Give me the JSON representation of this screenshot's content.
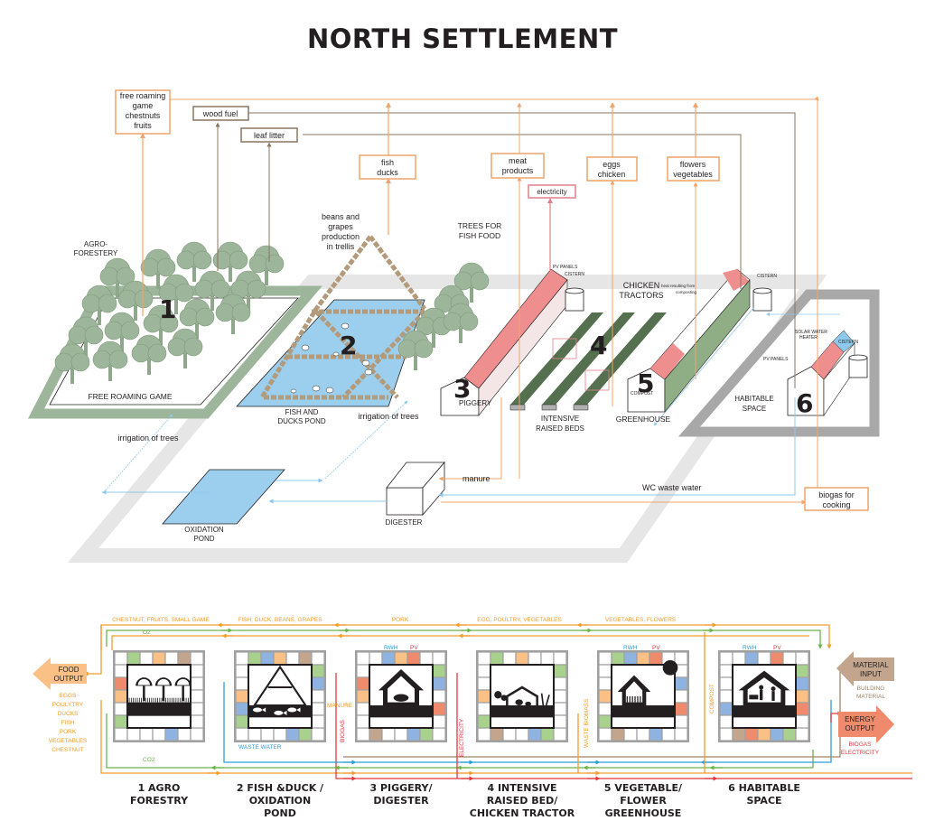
{
  "title": "NORTH SETTLEMENT",
  "colors": {
    "orange": "#f0a46a",
    "brown": "#8a7560",
    "pink": "#e0808a",
    "blue": "#8ec8ea",
    "tree": "#9db59a",
    "ground": "#e6e6e6",
    "pond": "#9ccfee",
    "roof": "#ef8e8e",
    "flow_orange": "#f39c2f",
    "flow_green": "#6ab54b",
    "flow_blue": "#2b9fd9",
    "flow_red": "#e2383f",
    "flow_brown": "#a08468",
    "cell_green": "#a9d18e",
    "cell_blue": "#8fb3e0",
    "cell_orange": "#fbc085",
    "cell_red": "#f08a6c",
    "cell_brown": "#c2a58c"
  },
  "top_outputs": {
    "free_roaming": [
      "free roaming",
      "game",
      "chestnuts",
      "fruits"
    ],
    "wood_fuel": "wood fuel",
    "leaf_litter": "leaf litter",
    "fish_ducks": [
      "fish",
      "ducks"
    ],
    "meat_products": [
      "meat",
      "products"
    ],
    "electricity": "electricity",
    "eggs_chicken": [
      "eggs",
      "chicken"
    ],
    "flowers_vegetables": [
      "flowers",
      "vegetables"
    ],
    "biogas_cooking": [
      "biogas for",
      "cooking"
    ]
  },
  "site_labels": {
    "agroforestery": [
      "AGRO-",
      "FORESTERY"
    ],
    "free_roaming_game": "FREE ROAMING GAME",
    "beans_grapes": [
      "beans and",
      "grapes",
      "production",
      "in trellis"
    ],
    "trees_fish_food": [
      "TREES FOR",
      "FISH FOOD"
    ],
    "fish_ducks_pond": [
      "FISH AND",
      "DUCKS POND"
    ],
    "irrigation_left": "irrigation of trees",
    "irrigation_right": "irrigation of trees",
    "piggery": "PIGGERY",
    "pv_panels_1": "PV PANELS",
    "cistern_1": "CISTERN",
    "chicken_tractors": [
      "CHICKEN",
      "TRACTORS"
    ],
    "heat_composting": [
      "heat resulting from",
      "composting"
    ],
    "intensive_raised_beds": [
      "INTENSIVE",
      "RAISED BEDS"
    ],
    "compost": "COMPOST",
    "greenhouse": "GREENHOUSE",
    "cistern_2": "CISTERN",
    "solar_water_heater": [
      "SOLAR WATER",
      "HEATER"
    ],
    "pv_panels_2": "PV PANELS",
    "cistern_3": "CISTERN",
    "habitable_space": [
      "HABITABLE",
      "SPACE"
    ],
    "oxidation_pond": [
      "OXIDATION",
      "POND"
    ],
    "digester": "DIGESTER",
    "manure": "manure",
    "wc_waste_water": "WC waste water",
    "zone_numbers": [
      "1",
      "2",
      "3",
      "4",
      "5",
      "6"
    ]
  },
  "flow": {
    "top_flow_labels": [
      "CHESTNUT, FRUITS, SMALL GAME",
      "FISH, DUCK, BEANS, GRAPES",
      "PORK",
      "EGG, POULTRY, VEGETABLES",
      "VEGETABLES, FLOWERS"
    ],
    "o2": "O2",
    "co2": "CO2",
    "waste_water": "WASTE WATER",
    "manure": "MANURE",
    "biogas": "BIOGAS",
    "electricity": "ELECTRICITY",
    "waste_biomass": "WASTE BIOMASS",
    "compost": "COMPOST",
    "rwh": "RWH",
    "pv": "PV",
    "food_output": {
      "title": [
        "FOOD",
        "OUTPUT"
      ],
      "items": [
        "EGGS",
        "POULYTRY",
        "DUCKS",
        "FISH",
        "PORK",
        "VEGETABLES",
        "CHESTNUT"
      ]
    },
    "material_input": {
      "title": [
        "MATERIAL",
        "INPUT"
      ],
      "items": [
        "BUILDING",
        "MATERIAL"
      ]
    },
    "energy_output": {
      "title": [
        "ENERGY",
        "OUTPUT"
      ],
      "items": [
        "BIOGAS",
        "ELECTRICITY"
      ]
    },
    "modules": [
      {
        "caption": [
          "1 AGRO",
          "FORESTRY"
        ],
        "icon": "agroforestry-icon",
        "top": [
          "w",
          "g",
          "w",
          "o",
          "w",
          "b",
          "w"
        ],
        "left": [
          "w",
          "r",
          "o",
          "w",
          "g"
        ],
        "right": [
          "w",
          "w",
          "w",
          "w",
          "w"
        ],
        "bottom": [
          "w",
          "w",
          "w",
          "w",
          "u",
          "w",
          "w"
        ]
      },
      {
        "caption": [
          "2 FISH &DUCK /",
          "OXIDATION",
          "POND"
        ],
        "icon": "fish-duck-pond-icon",
        "top": [
          "w",
          "g",
          "u",
          "o",
          "w",
          "b",
          "w"
        ],
        "left": [
          "w",
          "w",
          "o",
          "u",
          "g"
        ],
        "right": [
          "g",
          "u",
          "w",
          "w",
          "w"
        ],
        "bottom": [
          "w",
          "w",
          "w",
          "w",
          "u",
          "g",
          "w"
        ]
      },
      {
        "caption": [
          "3 PIGGERY/",
          "DIGESTER"
        ],
        "icon": "piggery-icon",
        "top": [
          "w",
          "w",
          "u",
          "o",
          "r",
          "w",
          "w"
        ],
        "left": [
          "w",
          "r",
          "o",
          "w",
          "w"
        ],
        "right": [
          "g",
          "u",
          "w",
          "r",
          "w"
        ],
        "bottom": [
          "w",
          "b",
          "w",
          "w",
          "u",
          "g",
          "w"
        ]
      },
      {
        "caption": [
          "4 INTENSIVE",
          "RAISED BED/",
          "CHICKEN TRACTOR"
        ],
        "icon": "chicken-tractor-icon",
        "top": [
          "w",
          "g",
          "w",
          "o",
          "w",
          "w",
          "w"
        ],
        "left": [
          "w",
          "w",
          "o",
          "w",
          "g"
        ],
        "right": [
          "g",
          "w",
          "w",
          "w",
          "w"
        ],
        "bottom": [
          "w",
          "b",
          "w",
          "w",
          "u",
          "g",
          "w"
        ]
      },
      {
        "caption": [
          "5 VEGETABLE/",
          "FLOWER",
          "GREENHOUSE"
        ],
        "icon": "greenhouse-icon",
        "top": [
          "w",
          "g",
          "u",
          "o",
          "r",
          "w",
          "w"
        ],
        "left": [
          "w",
          "w",
          "o",
          "w",
          "g"
        ],
        "right": [
          "w",
          "u",
          "w",
          "r",
          "w"
        ],
        "bottom": [
          "w",
          "b",
          "w",
          "w",
          "u",
          "w",
          "w"
        ]
      },
      {
        "caption": [
          "6 HABITABLE",
          "SPACE"
        ],
        "icon": "habitable-space-icon",
        "top": [
          "w",
          "w",
          "u",
          "w",
          "r",
          "w",
          "w"
        ],
        "left": [
          "w",
          "w",
          "w",
          "u",
          "w"
        ],
        "right": [
          "g",
          "u",
          "o",
          "r",
          "w"
        ],
        "bottom": [
          "w",
          "b",
          "r",
          "o",
          "u",
          "g",
          "w"
        ]
      }
    ]
  }
}
